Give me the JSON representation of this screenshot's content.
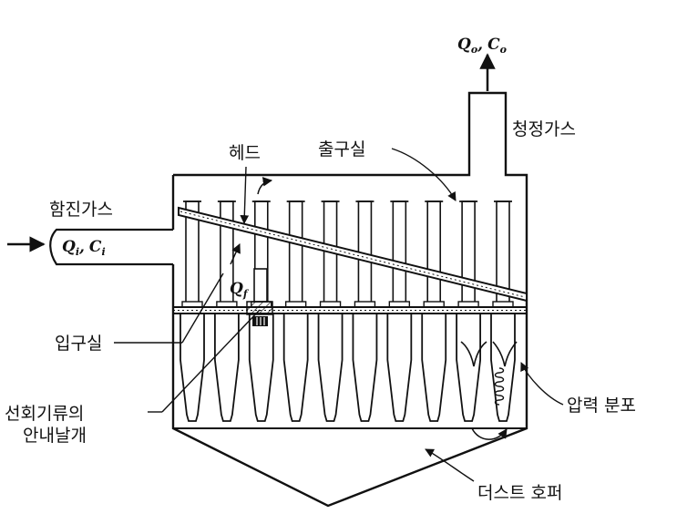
{
  "labels": {
    "inlet_gas": "함진가스",
    "clean_gas": "청정가스",
    "head": "헤드",
    "outlet_chamber": "출구실",
    "inlet_chamber": "입구실",
    "vane_line1": "선회기류의",
    "vane_line2": "안내날개",
    "pressure_dist": "압력 분포",
    "dust_hopper": "더스트 호퍼"
  },
  "symbols": {
    "inlet_flow": "Q",
    "inlet_flow_sub": "i",
    "inlet_conc": "C",
    "inlet_conc_sub": "i",
    "outlet_flow": "Q",
    "outlet_flow_sub": "o",
    "outlet_conc": "C",
    "outlet_conc_sub": "o",
    "tube_flow": "Q",
    "tube_flow_sub": "f",
    "separator": ","
  },
  "cyclone_tube_count": 10
}
